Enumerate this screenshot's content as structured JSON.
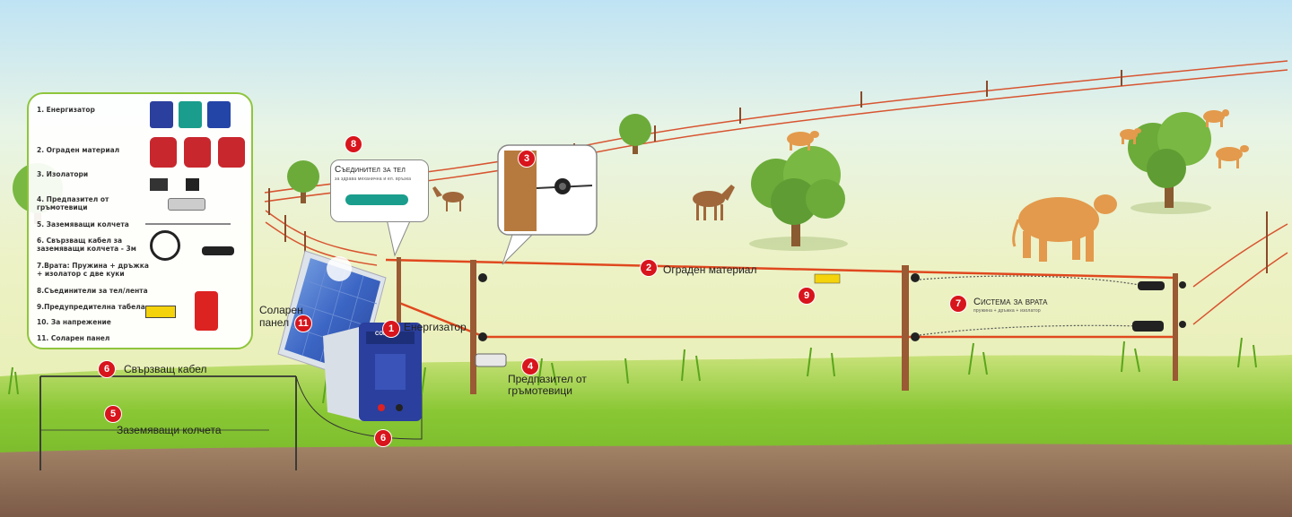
{
  "colors": {
    "sky_top": "#bfe3f4",
    "field": "#e6eeaa",
    "grass": "#7fc330",
    "soil": "#8c6a55",
    "wire": "#e0481e",
    "badge": "#d8141c",
    "legend_border": "#8fc53c"
  },
  "legend": {
    "items": [
      "1. Енергизатор",
      "2. Ограден материал",
      "3. Изолатори",
      "4. Предпазител от гръмотевици",
      "5. Заземяващи колчета",
      "6. Свързващ кабел за заземяващи колчета -  3м",
      "7.Врата: Пружина + дръжка + изолатор с две куки",
      "8.Съединители за тел/лента",
      "9.Предупредителна табела",
      "10. За напрежение",
      "11. Соларен панел"
    ]
  },
  "callouts": {
    "connector_title": "Съединител за тел",
    "connector_sub": "за здрава механична и ел. връзка",
    "gate_title": "Система за врата",
    "gate_sub": "пружина + дръжка + изолатор"
  },
  "labels": {
    "solar_panel": "Соларен панел",
    "energizer": "Енергизатор",
    "fence_material": "Ограден материал",
    "lightning": "Предпазител от гръмотевици",
    "cable": "Свързващ кабел",
    "ground_rods": "Заземяващи колчета",
    "energizer_brand": "CORRAL"
  },
  "badges": {
    "b1": "1",
    "b2": "2",
    "b3": "3",
    "b4": "4",
    "b5": "5",
    "b6a": "6",
    "b6b": "6",
    "b7": "7",
    "b8": "8",
    "b9": "9",
    "b11": "11"
  },
  "icons": [
    "tree-icon",
    "cow-icon",
    "horse-icon",
    "solar-panel-icon",
    "energizer-icon",
    "insulator-icon",
    "gate-spring-icon",
    "warning-sign-icon"
  ]
}
